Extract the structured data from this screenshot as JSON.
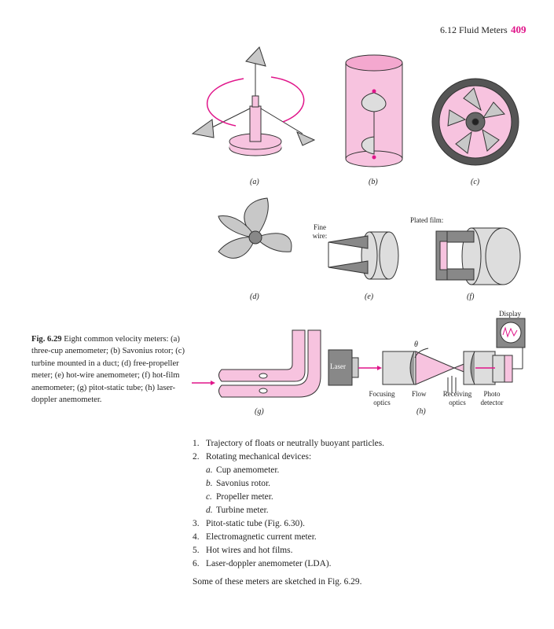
{
  "header": {
    "section": "6.12 Fluid Meters",
    "page_number": "409"
  },
  "figure": {
    "labels": {
      "a": "(a)",
      "b": "(b)",
      "c": "(c)",
      "d": "(d)",
      "e": "(e)",
      "f": "(f)",
      "g": "(g)",
      "h": "(h)"
    },
    "annotations": {
      "fine_wire": "Fine wire:",
      "plated_film": "Plated film:",
      "display": "Display",
      "laser": "Laser",
      "theta": "θ",
      "focusing_optics": "Focusing optics",
      "flow": "Flow",
      "receiving_optics": "Receiving optics",
      "photo_detector": "Photo detector"
    },
    "caption_title": "Fig. 6.29",
    "caption_text": " Eight common velocity meters: (a) three-cup anemometer; (b) Savonius rotor; (c) turbine mounted in a duct; (d) free-propeller meter; (e) hot-wire anemometer; (f) hot-film anemometer; (g) pitot-static tube; (h) laser-doppler anemometer."
  },
  "list": [
    {
      "num": "1.",
      "text": "Trajectory of floats or neutrally buoyant particles."
    },
    {
      "num": "2.",
      "text": "Rotating mechanical devices:"
    },
    {
      "num": "a.",
      "text": "Cup anemometer.",
      "sub": true
    },
    {
      "num": "b.",
      "text": "Savonius rotor.",
      "sub": true
    },
    {
      "num": "c.",
      "text": "Propeller meter.",
      "sub": true
    },
    {
      "num": "d.",
      "text": "Turbine meter.",
      "sub": true
    },
    {
      "num": "3.",
      "text": "Pitot-static tube (Fig. 6.30)."
    },
    {
      "num": "4.",
      "text": "Electromagnetic current meter."
    },
    {
      "num": "5.",
      "text": "Hot wires and hot films."
    },
    {
      "num": "6.",
      "text": "Laser-doppler anemometer (LDA)."
    }
  ],
  "closing": "Some of these meters are sketched in Fig. 6.29.",
  "colors": {
    "accent": "#e0158a",
    "pink": "#f7c3df",
    "gray": "#c8c8c8"
  }
}
